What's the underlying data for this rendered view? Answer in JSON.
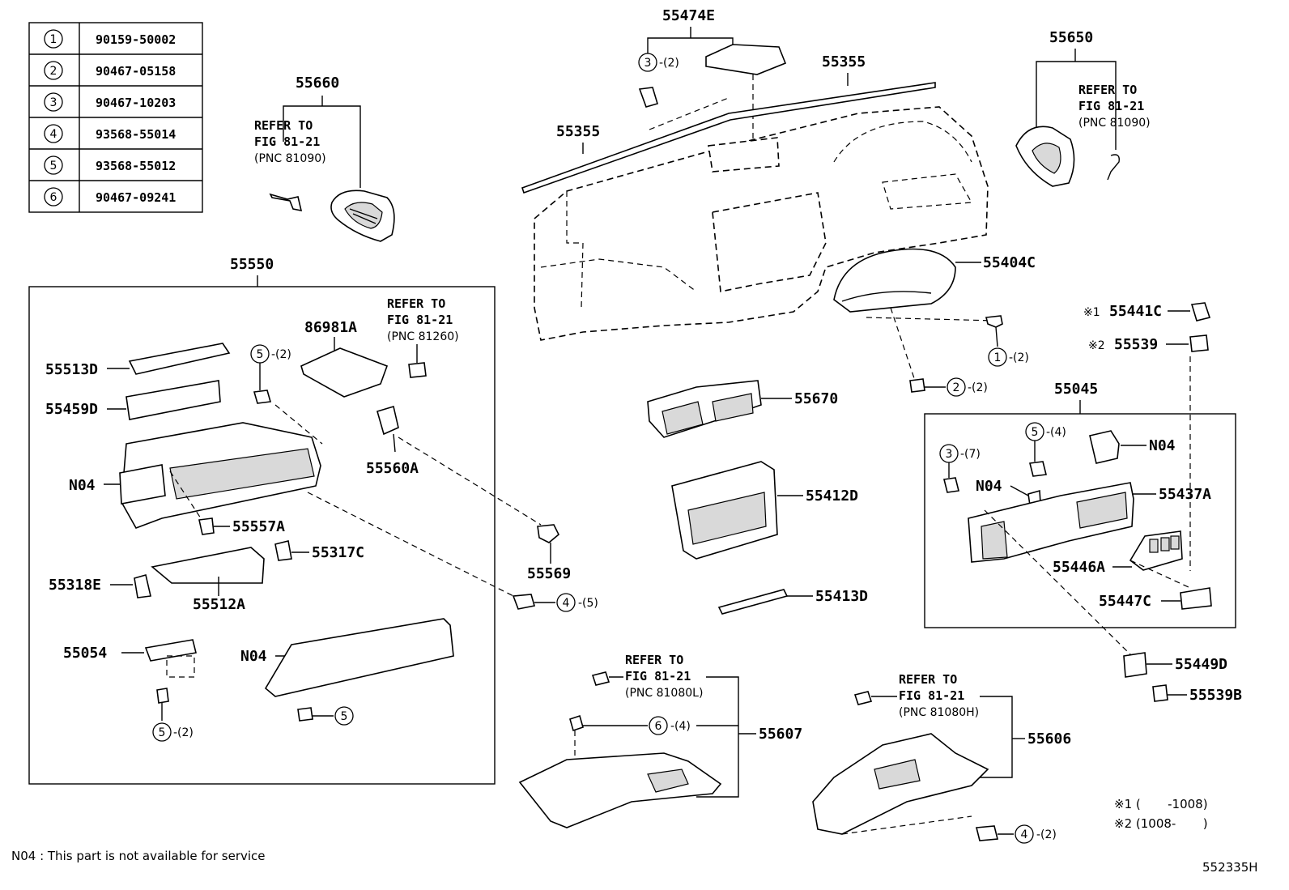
{
  "fastener_table": [
    {
      "ref": "1",
      "part": "90159-50002"
    },
    {
      "ref": "2",
      "part": "90467-05158"
    },
    {
      "ref": "3",
      "part": "90467-10203"
    },
    {
      "ref": "4",
      "part": "93568-55014"
    },
    {
      "ref": "5",
      "part": "93568-55012"
    },
    {
      "ref": "6",
      "part": "90467-09241"
    }
  ],
  "part_labels": {
    "p55474E": "55474E",
    "p55355a": "55355",
    "p55355b": "55355",
    "p55650": "55650",
    "p55660": "55660",
    "p55550": "55550",
    "p86981A": "86981A",
    "p55513D": "55513D",
    "p55459D": "55459D",
    "p55560A": "55560A",
    "pN04a": "N04",
    "p55557A": "55557A",
    "p55317C": "55317C",
    "p55318E": "55318E",
    "p55512A": "55512A",
    "p55054": "55054",
    "pN04b": "N04",
    "p55569": "55569",
    "p55404C": "55404C",
    "p55670": "55670",
    "p55412D": "55412D",
    "p55413D": "55413D",
    "p55441C": "55441C",
    "p55539": "55539",
    "p55045": "55045",
    "pN04c": "N04",
    "pN04d": "N04",
    "p55437A": "55437A",
    "p55446A": "55446A",
    "p55447C": "55447C",
    "p55449D": "55449D",
    "p55539B": "55539B",
    "p55607": "55607",
    "p55606": "55606"
  },
  "refer_notes": {
    "r55660": {
      "line1": "REFER TO",
      "line2": "FIG 81-21",
      "line3": "(PNC 81090)"
    },
    "r55650": {
      "line1": "REFER TO",
      "line2": "FIG 81-21",
      "line3": "(PNC 81090)"
    },
    "r86981": {
      "line1": "REFER TO",
      "line2": "FIG 81-21",
      "line3": "(PNC 81260)"
    },
    "r55607": {
      "line1": "REFER TO",
      "line2": "FIG 81-21",
      "line3": "(PNC 81080L)"
    },
    "r55606": {
      "line1": "REFER TO",
      "line2": "FIG 81-21",
      "line3": "(PNC 81080H)"
    }
  },
  "callouts": {
    "c3a": {
      "ref": "3",
      "qty": "-(2)"
    },
    "c5a": {
      "ref": "5",
      "qty": "-(2)"
    },
    "c1": {
      "ref": "1",
      "qty": "-(2)"
    },
    "c2": {
      "ref": "2",
      "qty": "-(2)"
    },
    "c4a": {
      "ref": "4",
      "qty": "-(5)"
    },
    "c5b": {
      "ref": "5",
      "qty": "-(2)"
    },
    "c5c": {
      "ref": "5",
      "qty": ""
    },
    "c5d": {
      "ref": "5",
      "qty": "-(4)"
    },
    "c3b": {
      "ref": "3",
      "qty": "-(7)"
    },
    "c6": {
      "ref": "6",
      "qty": "-(4)"
    },
    "c4b": {
      "ref": "4",
      "qty": "-(2)"
    }
  },
  "markers": {
    "m1": "※1",
    "m2": "※2"
  },
  "footnotes": {
    "f1": "※1 (       -1008)",
    "f2": "※2 (1008-       )"
  },
  "footer": {
    "n04_note": "N04 : This part is not available for service",
    "figure_id": "552335H"
  }
}
